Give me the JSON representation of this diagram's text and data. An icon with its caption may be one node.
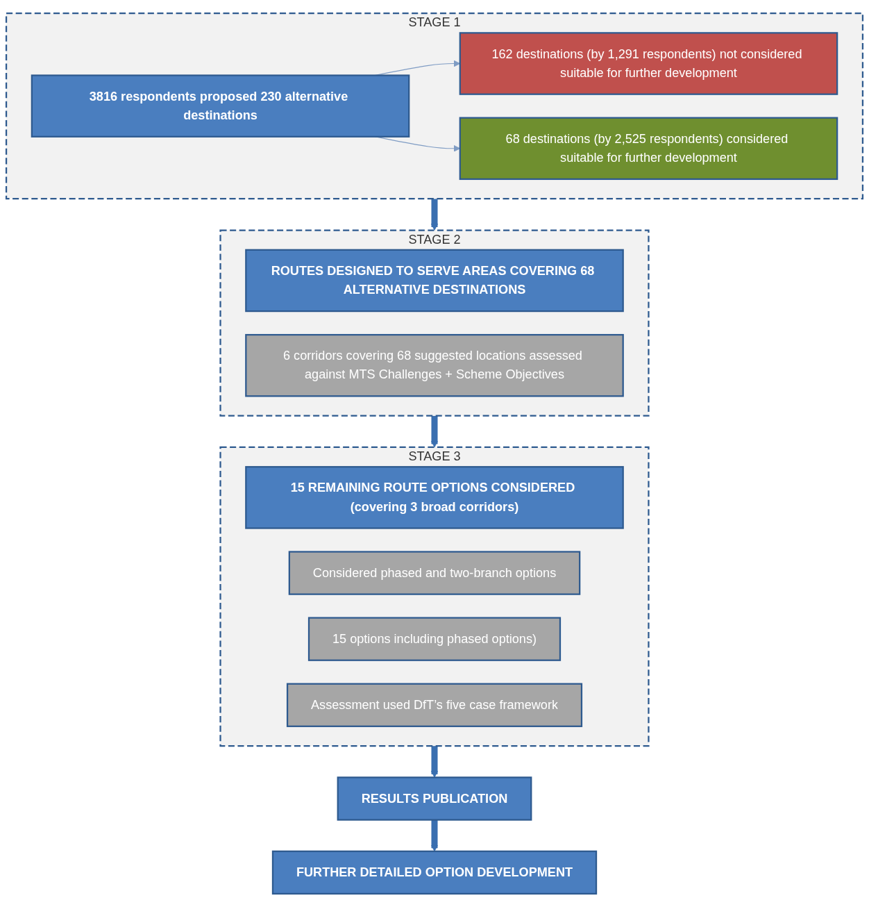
{
  "diagram": {
    "nodes": [
      {
        "text": [
          "STAGE 1"
        ]
      },
      {
        "text": [
          "3816 respondents proposed 230 alternative destinations"
        ],
        "in": 0
      },
      {
        "text": [
          "162 destinations (by 1,291 respondents) not considered suitable for further development"
        ],
        "in": 0
      },
      {
        "text": [
          "68 destinations (by 2,525 respondents) considered suitable for further development"
        ],
        "in": 0
      },
      {
        "text": [
          "STAGE 2"
        ]
      },
      {
        "text": [
          "ROUTES DESIGNED TO SERVE AREAS COVERING 68 ALTERNATIVE DESTINATIONS"
        ],
        "in": 4
      },
      {
        "text": [
          "6 corridors covering 68 suggested locations assessed against MTS Challenges + Scheme Objectives"
        ],
        "in": 4
      },
      {
        "text": [
          "STAGE 3"
        ]
      },
      {
        "text": [
          "15 REMAINING ROUTE OPTIONS CONSIDERED (covering 3 broad corridors)"
        ],
        "in": 7
      },
      {
        "text": [
          "Considered phased and two-branch options"
        ],
        "in": 7
      },
      {
        "text": [
          "15 options including phased options)"
        ],
        "in": 7
      },
      {
        "text": [
          "Assessment used DfT’s five case framework"
        ],
        "in": 7
      },
      {
        "text": [
          "RESULTS PUBLICATION"
        ]
      },
      {
        "text": [
          "FURTHER DETAILED OPTION DEVELOPMENT"
        ]
      }
    ],
    "edges": [
      {
        "from": 1,
        "to": 2,
        "arrow": "to",
        "color": "#7f9cc4"
      },
      {
        "from": 1,
        "to": 3,
        "arrow": "to",
        "color": "#7f9cc4"
      },
      {
        "from": 0,
        "to": 4,
        "arrow": "to"
      },
      {
        "from": 4,
        "to": 7,
        "arrow": "to"
      },
      {
        "from": 7,
        "to": 12,
        "arrow": "to"
      },
      {
        "from": 12,
        "to": 13,
        "arrow": "to"
      }
    ]
  }
}
